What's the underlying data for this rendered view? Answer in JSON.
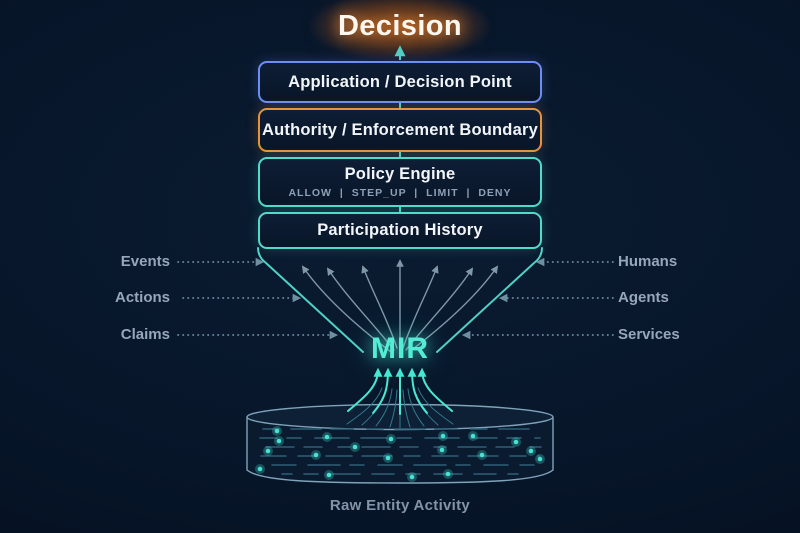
{
  "title": "Decision",
  "flow_boxes": [
    {
      "label": "Application / Decision Point"
    },
    {
      "label": "Authority / Enforcement Boundary"
    },
    {
      "label": "Policy Engine",
      "sublabel": "ALLOW | STEP_UP | LIMIT | DENY"
    },
    {
      "label": "Participation History"
    }
  ],
  "left_inputs": [
    "Events",
    "Actions",
    "Claims"
  ],
  "right_inputs": [
    "Humans",
    "Agents",
    "Services"
  ],
  "hub_label": "MIR",
  "datastore_caption": "Raw Entity Activity",
  "icons": {
    "up_arrow": "arrow-up",
    "funnel": "funnel-lines",
    "datastore": "database-cylinder"
  },
  "colors": {
    "background": "#071529",
    "accent_teal": "#4fd1c5",
    "accent_bright_teal": "#49e8d4",
    "accent_blue": "#6d8df6",
    "accent_orange": "#e8923c",
    "fan_arrow_gray": "#7f98a6",
    "dotted_gray": "#6e8fa0",
    "label_gray": "#98a6ba",
    "decision_glow": "#e9741e",
    "cylinder_outline": "#7fa3b8",
    "cylinder_dash": "#2e5f76",
    "dot_glow": "#46e3d4"
  }
}
